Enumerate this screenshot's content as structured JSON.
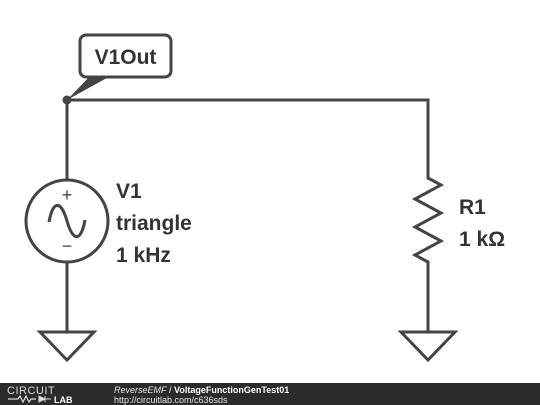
{
  "net_label": "V1Out",
  "source": {
    "name": "V1",
    "waveform": "triangle",
    "frequency": "1 kHz",
    "plus": "+",
    "minus": "−"
  },
  "resistor": {
    "name": "R1",
    "value": "1 kΩ"
  },
  "footer": {
    "logo_top": "CIRCUIT",
    "logo_bottom": "LAB",
    "author": "ReverseEMF",
    "separator": " / ",
    "title": "VoltageFunctionGenTest01",
    "url": "http://circuitlab.com/c636sds"
  },
  "colors": {
    "wire": "#444444",
    "footer_bg": "#2b2b2b",
    "text": "#333333"
  }
}
